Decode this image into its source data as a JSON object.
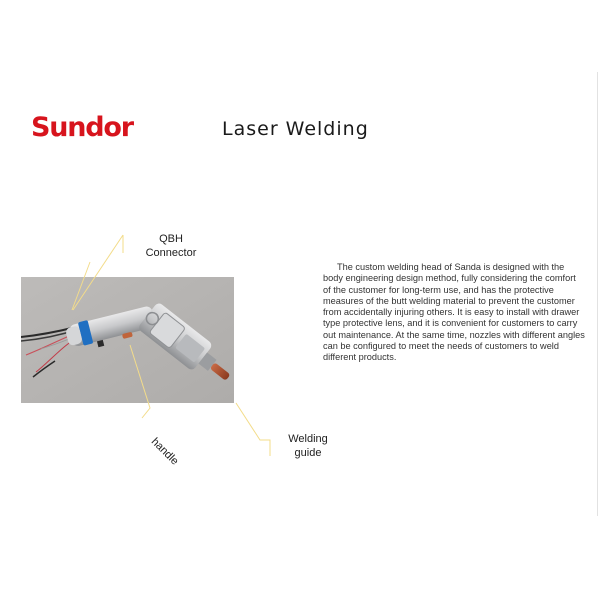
{
  "slide": {
    "brand": {
      "logo_text": "Sundor",
      "color": "#d7141d"
    },
    "title": "Laser Welding",
    "photo": {
      "subject": "handheld laser welding head",
      "alt": "Laser welding head with QBH connector, handle and welding guide nozzle"
    },
    "callouts": [
      {
        "id": "qbh",
        "label": "QBH Connector"
      },
      {
        "id": "handle",
        "label": "handle"
      },
      {
        "id": "welding-guide",
        "label": "Welding guide"
      }
    ],
    "callout_line_color": "#f3dc8a",
    "description": "The custom welding head of Sanda is designed with the body engineering design method, fully considering the comfort of the customer for long-term use, and has the protective measures of the butt welding material to prevent the customer from accidentally injuring others. It is easy to install with drawer type protective lens, and it is convenient for customers to carry out maintenance. At the same time, nozzles with different angles can be configured to meet the needs of customers to weld different products."
  },
  "labels": {
    "qbh_line1": "QBH",
    "qbh_line2": "Connector",
    "weld_line1": "Welding",
    "weld_line2": "guide",
    "handle": "handle"
  }
}
